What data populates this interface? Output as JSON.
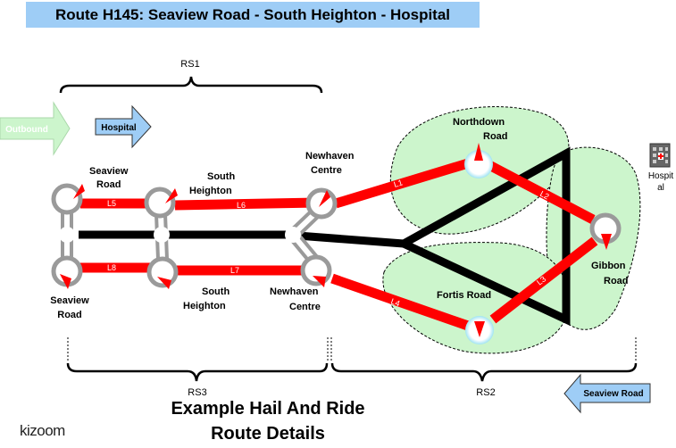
{
  "title": "Route H145: Seaview Road - South Heighton - Hospital",
  "direction_arrows": {
    "outbound": "Outbound",
    "hospital": "Hospital",
    "seaview_road": "Seaview Road"
  },
  "stops": {
    "seaview_road_top": [
      "Seaview",
      "Road"
    ],
    "seaview_road_bottom": [
      "Seaview",
      "Road"
    ],
    "south_heighton_top": [
      "South",
      "Heighton"
    ],
    "south_heighton_bottom": [
      "South",
      "Heighton"
    ],
    "newhaven_centre_top": [
      "Newhaven",
      "Centre"
    ],
    "newhaven_centre_bottom": [
      "Newhaven",
      "Centre"
    ],
    "northdown_road": [
      "Northdown",
      "Road"
    ],
    "fortis_road": "Fortis Road",
    "gibbon_road": [
      "Gibbon",
      "Road"
    ],
    "hospital": [
      "Hospit",
      "al"
    ]
  },
  "links": [
    "L1",
    "L2",
    "L3",
    "L4",
    "L5",
    "L6",
    "L7",
    "L8"
  ],
  "sections": {
    "rs1": "RS1",
    "rs2": "RS2",
    "rs3": "RS3"
  },
  "footer": {
    "line1": "Example Hail And Ride",
    "line2": "Route Details"
  },
  "brand": "kizoom",
  "colors": {
    "banner": "#9ecdf6",
    "link_red": "#ff0000",
    "zone_green": "#ccf5cc",
    "arrow_blue": "#9ecdf6",
    "arrow_green": "#ccf5cc"
  }
}
